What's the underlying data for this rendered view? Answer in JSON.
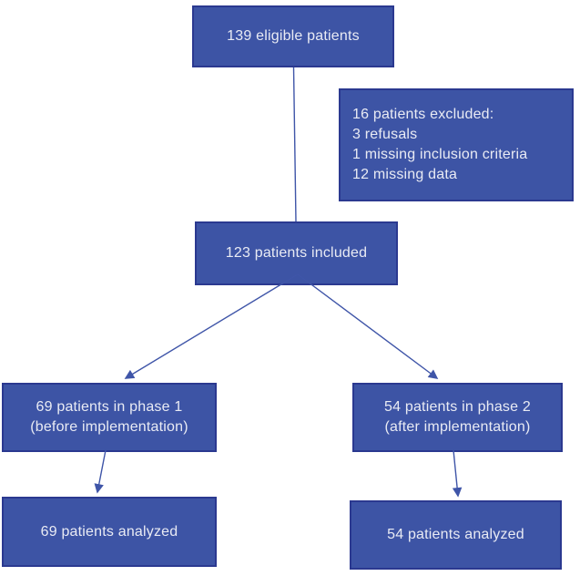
{
  "colors": {
    "background": "#FFFFFF",
    "box_fill": "#3D54A5",
    "box_border": "#2B3990",
    "box_text": "#E9EBF4",
    "arrow": "#3F55A8"
  },
  "flowchart": {
    "eligible": {
      "label": "139 eligible patients"
    },
    "excluded": {
      "line1": "16 patients excluded:",
      "line2": "3 refusals",
      "line3": "1 missing inclusion criteria",
      "line4": "12 missing data"
    },
    "included": {
      "label": "123 patients included"
    },
    "phase1": {
      "line1": "69 patients in phase 1",
      "line2": "(before implementation)"
    },
    "phase2": {
      "line1": "54 patients in phase 2",
      "line2": "(after implementation)"
    },
    "analyzed1": {
      "label": "69 patients analyzed"
    },
    "analyzed2": {
      "label": "54 patients analyzed"
    }
  }
}
